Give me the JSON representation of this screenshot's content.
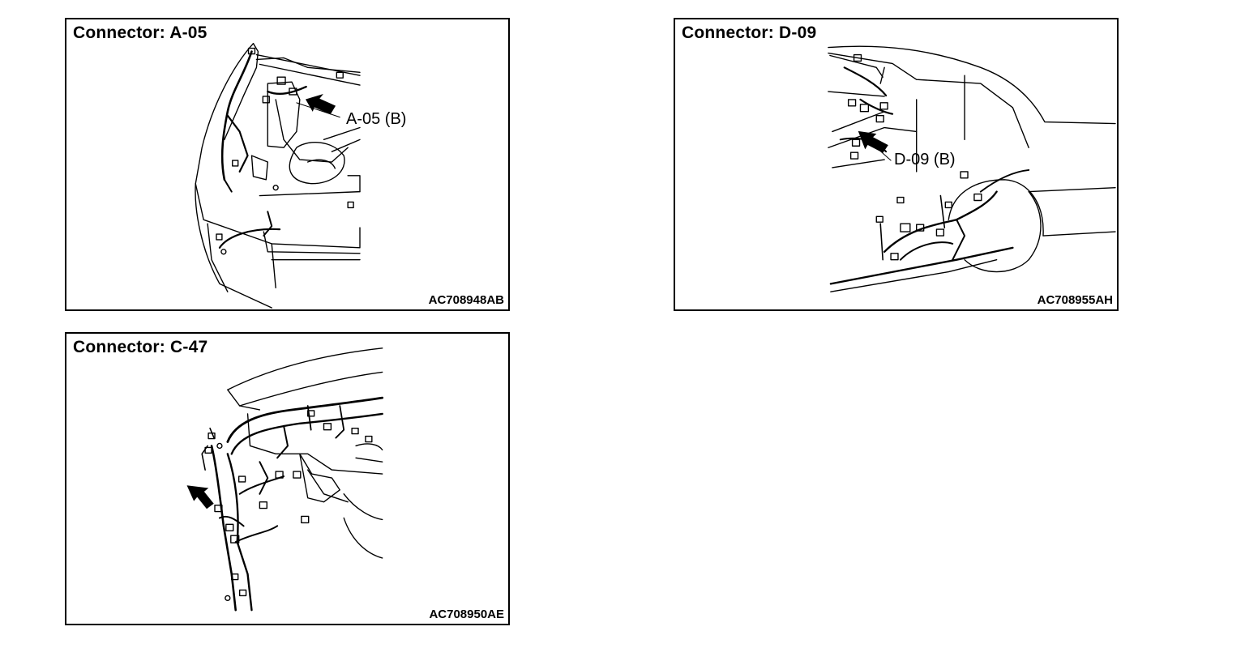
{
  "panels": [
    {
      "title": "Connector: A-05",
      "callout": "A-05 (B)",
      "figure_code": "AC708948AB"
    },
    {
      "title": "Connector: D-09",
      "callout": "D-09 (B)",
      "figure_code": "AC708955AH"
    },
    {
      "title": "Connector: C-47",
      "callout": "",
      "figure_code": "AC708950AE"
    }
  ],
  "colors": {
    "line": "#000000",
    "background": "#ffffff"
  },
  "icons": {
    "pointer": "black-arrow-icon"
  }
}
